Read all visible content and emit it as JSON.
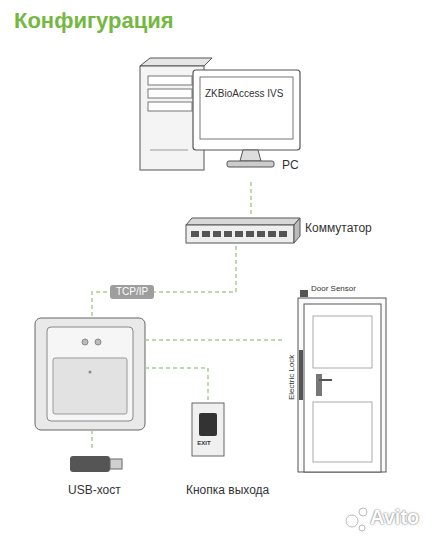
{
  "diagram": {
    "title": "Конфигурация",
    "nodes": [
      {
        "text": [
          "ZKBioAccess IVS",
          "PC"
        ]
      },
      {
        "text": [
          "Коммутатор"
        ]
      },
      {
        "text": []
      },
      {
        "text": [
          "Door Sensor",
          "Electric Lock"
        ]
      },
      {
        "text": [
          "USB-хост"
        ]
      },
      {
        "text": [
          "EXIT",
          "Кнопка выхода"
        ]
      }
    ],
    "edges": [
      {
        "from": 0,
        "to": 1,
        "arrow": "none"
      },
      {
        "from": 1,
        "to": 2,
        "label": "TCP/IP",
        "arrow": "none"
      },
      {
        "from": 2,
        "to": 3,
        "arrow": "none"
      },
      {
        "from": 2,
        "to": 5,
        "arrow": "none"
      },
      {
        "from": 2,
        "to": 4,
        "arrow": "none"
      }
    ],
    "labels": [
      "Avito"
    ]
  }
}
